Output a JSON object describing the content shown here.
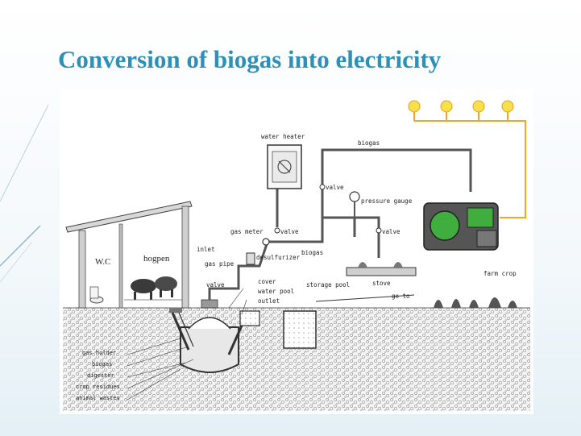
{
  "slide": {
    "title": "Conversion of biogas into electricity"
  },
  "diagram": {
    "labels": {
      "water_heater": "water heater",
      "biogas_top": "biogas",
      "valve_right": "valve",
      "valve_mid": "valve",
      "valve_low": "valve",
      "valve_stove": "valve",
      "pressure_gauge": "pressure gauge",
      "gas_meter": "gas meter",
      "desulfurizer": "desulfurizer",
      "biogas_pipe": "biogas",
      "stove": "stove",
      "wc": "W.C",
      "hogpen": "hogpen",
      "inlet": "inlet",
      "gas_pipe": "gas pipe",
      "cover": "cover",
      "water_pool": "water pool",
      "outlet": "outlet",
      "storage_pool": "storage pool",
      "go_to": "go to",
      "farm_crop": "farm crop",
      "gas_holder": "gas holder",
      "biogas_left": "biogas",
      "digester": "digester",
      "crop_residues": "crop residues",
      "animal_wastes": "animal wastes"
    },
    "bulb_count": 4,
    "colors": {
      "wire": "#f2a623",
      "bulb": "#f9e04a",
      "generator": "#3fae3f",
      "title": "#2f8fb6",
      "pipe": "#555555"
    }
  }
}
